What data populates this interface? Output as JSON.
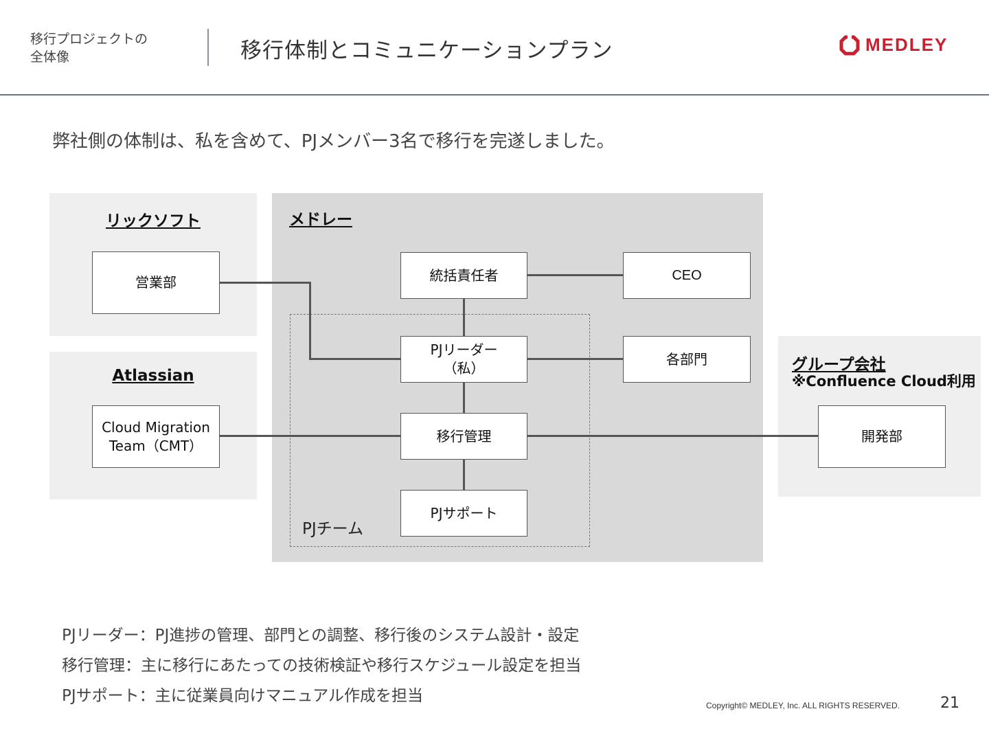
{
  "header": {
    "section_line1": "移行プロジェクトの",
    "section_line2": "全体像",
    "title": "移行体制とコミュニケーションプラン",
    "logo_text": "MEDLEY",
    "logo_color": "#c8202f"
  },
  "lead": "弊社側の体制は、私を含めて、PJメンバー3名で移行を完遂しました。",
  "diagram": {
    "orgs": {
      "rickssoft": "リックソフト",
      "atlassian": "Atlassian",
      "medley": "メドレー",
      "group": "グループ会社",
      "group_note": "※Confluence Cloud利用"
    },
    "boxes": {
      "sales": "営業部",
      "cmt_line1": "Cloud Migration",
      "cmt_line2": "Team（CMT）",
      "supervisor": "統括責任者",
      "ceo": "CEO",
      "pj_leader_line1": "PJリーダー",
      "pj_leader_line2": "（私）",
      "departments": "各部門",
      "migration_mgmt": "移行管理",
      "pj_support": "PJサポート",
      "dev": "開発部"
    },
    "team_label": "PJチーム"
  },
  "notes": [
    "PJリーダー：PJ進捗の管理、部門との調整、移行後のシステム設計・設定",
    "移行管理：主に移行にあたっての技術検証や移行スケジュール設定を担当",
    "PJサポート：主に従業員向けマニュアル作成を担当"
  ],
  "footer": {
    "copyright": "Copyright© MEDLEY, Inc. ALL RIGHTS RESERVED.",
    "page": "21"
  }
}
